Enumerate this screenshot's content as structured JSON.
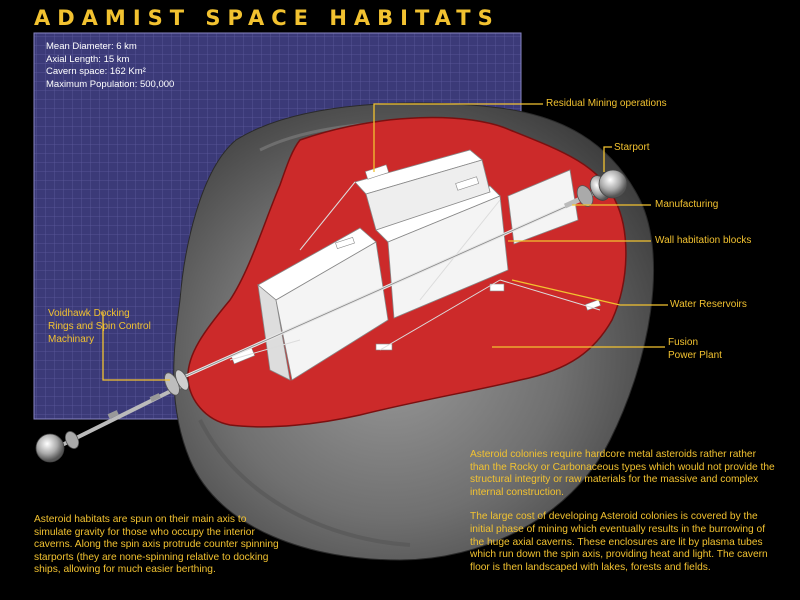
{
  "header": {
    "title": "ADAMIST SPACE HABITATS"
  },
  "stats": {
    "lines": [
      "Mean Diameter: 6 km",
      "Axial Length: 15 km",
      "Cavern space: 162 Km²",
      "Maximum Population: 500,000"
    ]
  },
  "callouts": {
    "mining": "Residual Mining operations",
    "starport": "Starport",
    "manufacturing": "Manufacturing",
    "wall_blocks": "Wall habitation blocks",
    "water": "Water Reservoirs",
    "fusion": [
      "Fusion",
      "Power Plant"
    ],
    "voidhawk": [
      "Voidhawk Docking",
      "Rings and Spin Control",
      "Machinary"
    ]
  },
  "paragraphs": {
    "right_1": "Asteroid colonies require hardcore metal asteroids rather rather than the Rocky or Carbonaceous types which would not provide the structural integrity or raw materials for the massive and complex internal construction.",
    "right_2": "The large cost of developing Asteroid colonies is covered by the initial phase of mining which eventually results in the burrowing of the huge axial caverns. These enclosures are lit by  plasma tubes which run down the spin axis, providing heat and light. The cavern floor is then landscaped with lakes, forests and fields.",
    "left": "Asteroid habitats are spun on their main axis to simulate gravity for those who occupy the  interior caverns. Along the spin axis protrude counter spinning starports (they are none-spinning relative to docking ships, allowing for much easier berthing."
  },
  "colors": {
    "accent": "#f2c230",
    "grid_bg": "#3b3a78",
    "cavern_red": "#cc2a2a",
    "rock": "#6e6e6e"
  }
}
